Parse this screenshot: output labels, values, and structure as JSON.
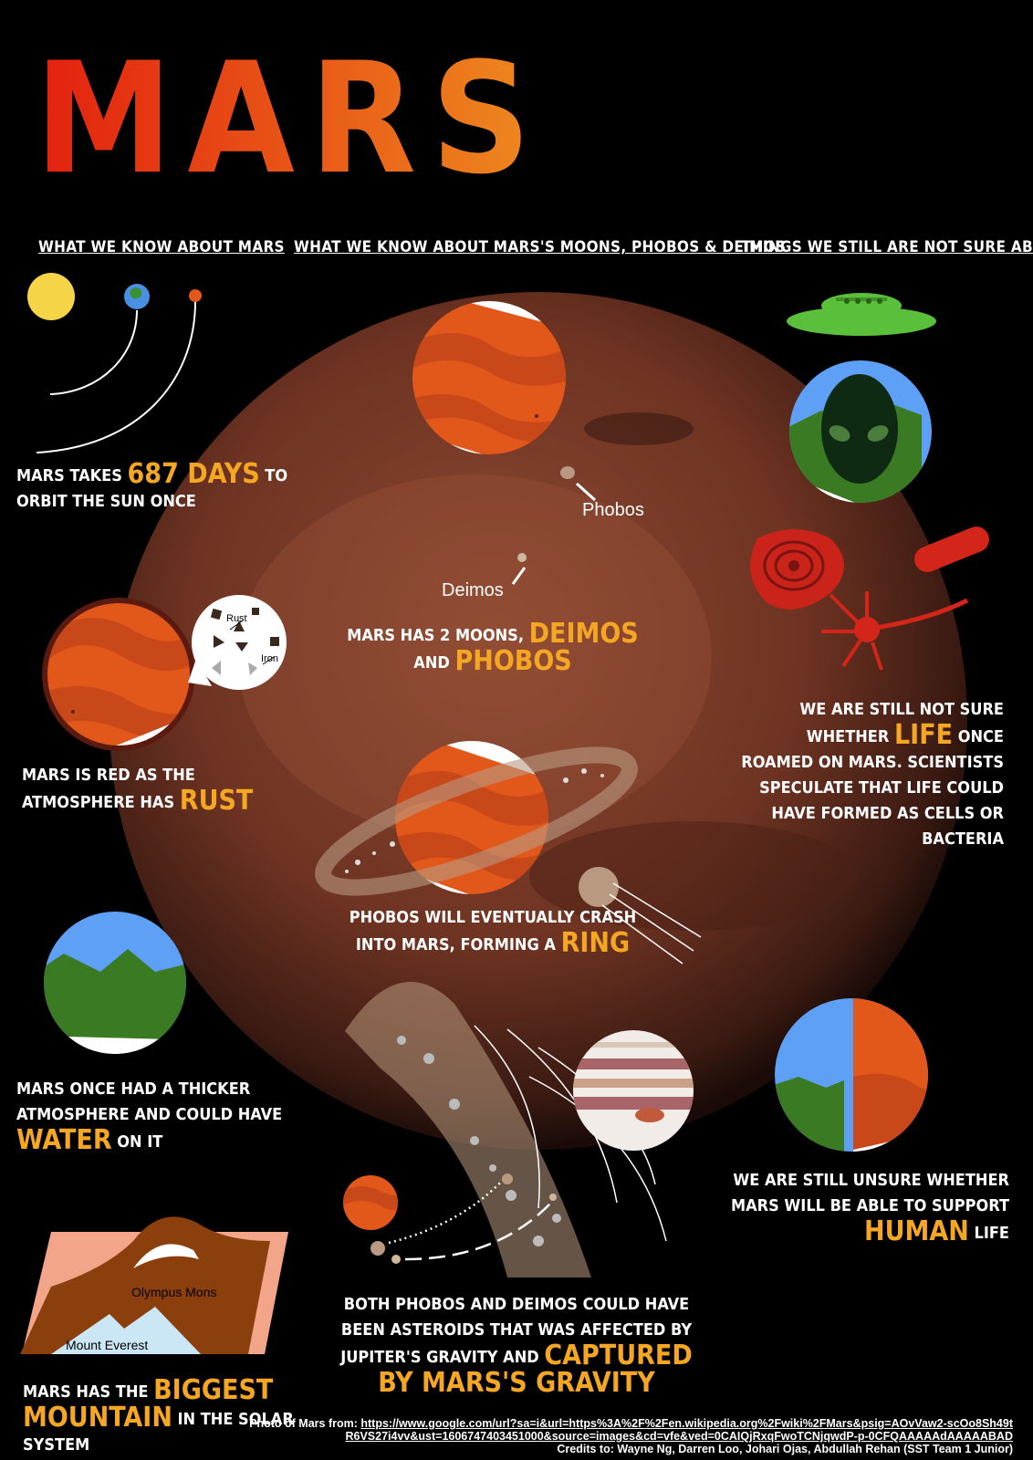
{
  "title": "MARS",
  "colors": {
    "accent": "#f5a623",
    "mars_orange": "#e2571a",
    "background": "#000000"
  },
  "sections": {
    "left_heading": "What we know about mars",
    "middle_heading": "What we know about mars's moons, phobos & deimos",
    "right_heading": "Things we still are not sure about"
  },
  "facts": {
    "orbit": {
      "pre": "Mars takes ",
      "hl": "687 days",
      "post": " to orbit the sun once"
    },
    "rust": {
      "pre": "Mars is red as the atmosphere has ",
      "hl": "rust"
    },
    "water": {
      "pre": "Mars once had a thicker atmosphere and could have ",
      "hl": "water",
      "post": " on it"
    },
    "mountain": {
      "pre": "Mars has the ",
      "hl": "biggest mountain",
      "post": " in the solar system"
    },
    "moons": {
      "pre": "Mars has 2 moons, ",
      "hl1": "Deimos",
      "mid": " and ",
      "hl2": "Phobos"
    },
    "ring": {
      "pre": "Phobos will eventually crash into mars, forming a ",
      "hl": "ring"
    },
    "asteroids": {
      "pre": "Both phobos and deimos could have been asteroids that was affected by jupiter's gravity and ",
      "hl": "captured by mars's gravity"
    },
    "life": {
      "pre": "We are still not sure whether ",
      "hl": "life",
      "post": " once roamed on mars. scientists speculate that life could have formed as cells or bacteria"
    },
    "human": {
      "pre": "We are still unsure whether mars will be able to support ",
      "hl": "human",
      "post": " life"
    }
  },
  "labels": {
    "phobos": "Phobos",
    "deimos": "Deimos",
    "rust": "Rust",
    "iron": "Iron",
    "olympus": "Olympus Mons",
    "everest": "Mount Everest"
  },
  "credits": {
    "photo_prefix": "Photo of Mars from: ",
    "photo_url": "https://www.google.com/url?sa=i&url=https%3A%2F%2Fen.wikipedia.org%2Fwiki%2FMars&psig=AOvVaw2-scOo8Sh49tR6VS27i4vv&ust=1606747403451000&source=images&cd=vfe&ved=0CAIQjRxqFwoTCNjqwdP-p-0CFQAAAAAdAAAAABAD",
    "team": "Credits to: Wayne Ng, Darren Loo, Johari Ojas, Abdullah Rehan (SST Team 1 Junior)"
  },
  "icons": [
    "sun-icon",
    "earth-icon",
    "mars-icon",
    "ufo-icon",
    "alien-icon",
    "cell-icon",
    "bacteria-icon",
    "neuron-icon",
    "jupiter-icon",
    "asteroid-belt-icon",
    "mountain-icon"
  ]
}
